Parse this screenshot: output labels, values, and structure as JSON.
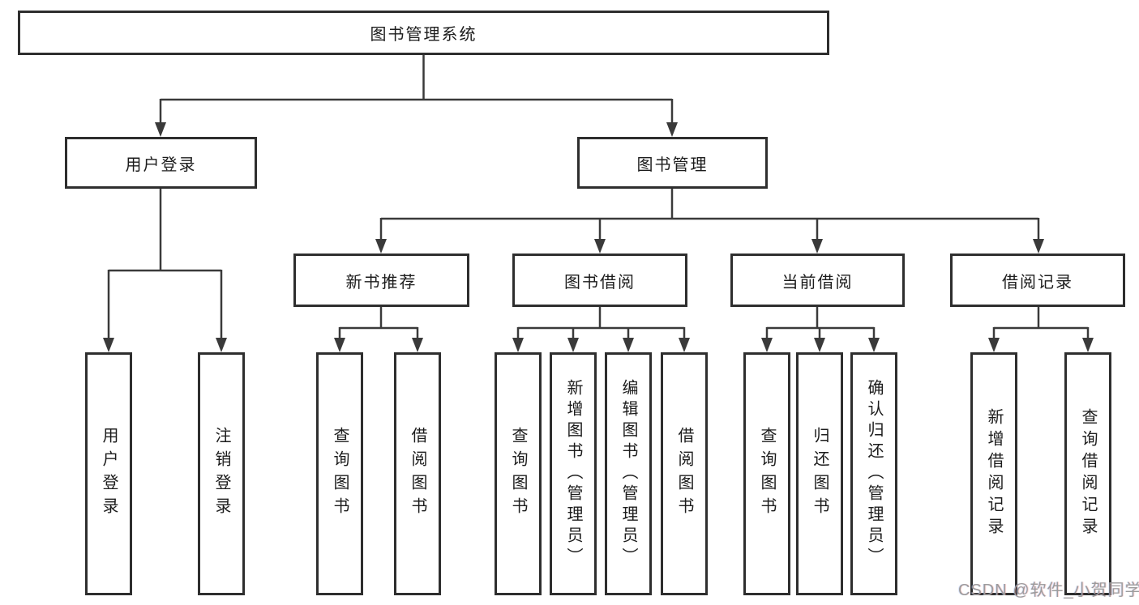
{
  "diagram": {
    "root": {
      "label": "图书管理系统"
    },
    "branches": [
      {
        "label": "用户登录"
      },
      {
        "label": "图书管理"
      }
    ],
    "modules": [
      {
        "label": "新书推荐"
      },
      {
        "label": "图书借阅"
      },
      {
        "label": "当前借阅"
      },
      {
        "label": "借阅记录"
      }
    ],
    "leaves": [
      {
        "label": "用户登录"
      },
      {
        "label": "注销登录"
      },
      {
        "label": "查询图书"
      },
      {
        "label": "借阅图书"
      },
      {
        "label": "查询图书"
      },
      {
        "label": "新增图书（管理员）"
      },
      {
        "label": "编辑图书（管理员）"
      },
      {
        "label": "借阅图书"
      },
      {
        "label": "查询图书"
      },
      {
        "label": "归还图书"
      },
      {
        "label": "确认归还（管理员）"
      },
      {
        "label": "新增借阅记录"
      },
      {
        "label": "查询借阅记录"
      }
    ],
    "watermark": {
      "text": "CSDN @软件_小贺同学"
    },
    "colors": {
      "line": "#3a3a3a",
      "box_border": "#2e2e2e",
      "text": "#1c1c1c",
      "watermark": "#9c9c9c",
      "background": "#ffffff"
    }
  }
}
